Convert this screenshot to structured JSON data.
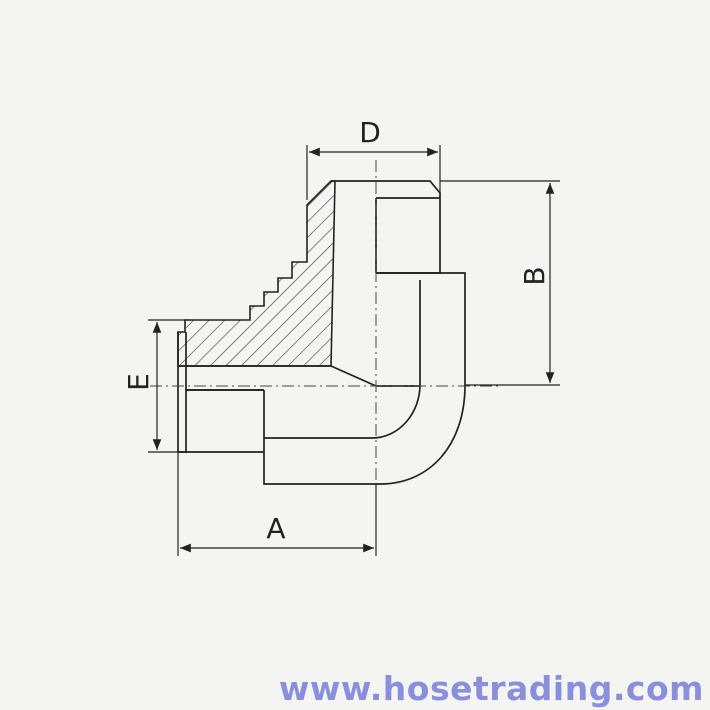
{
  "diagram": {
    "dimensions": {
      "a": "A",
      "b": "B",
      "d": "D",
      "e": "E"
    },
    "colors": {
      "line": "#222222",
      "background": "#f4f4f2",
      "watermark": "#8a8fdc"
    }
  },
  "footer": {
    "website": "www.hosetrading.com"
  }
}
